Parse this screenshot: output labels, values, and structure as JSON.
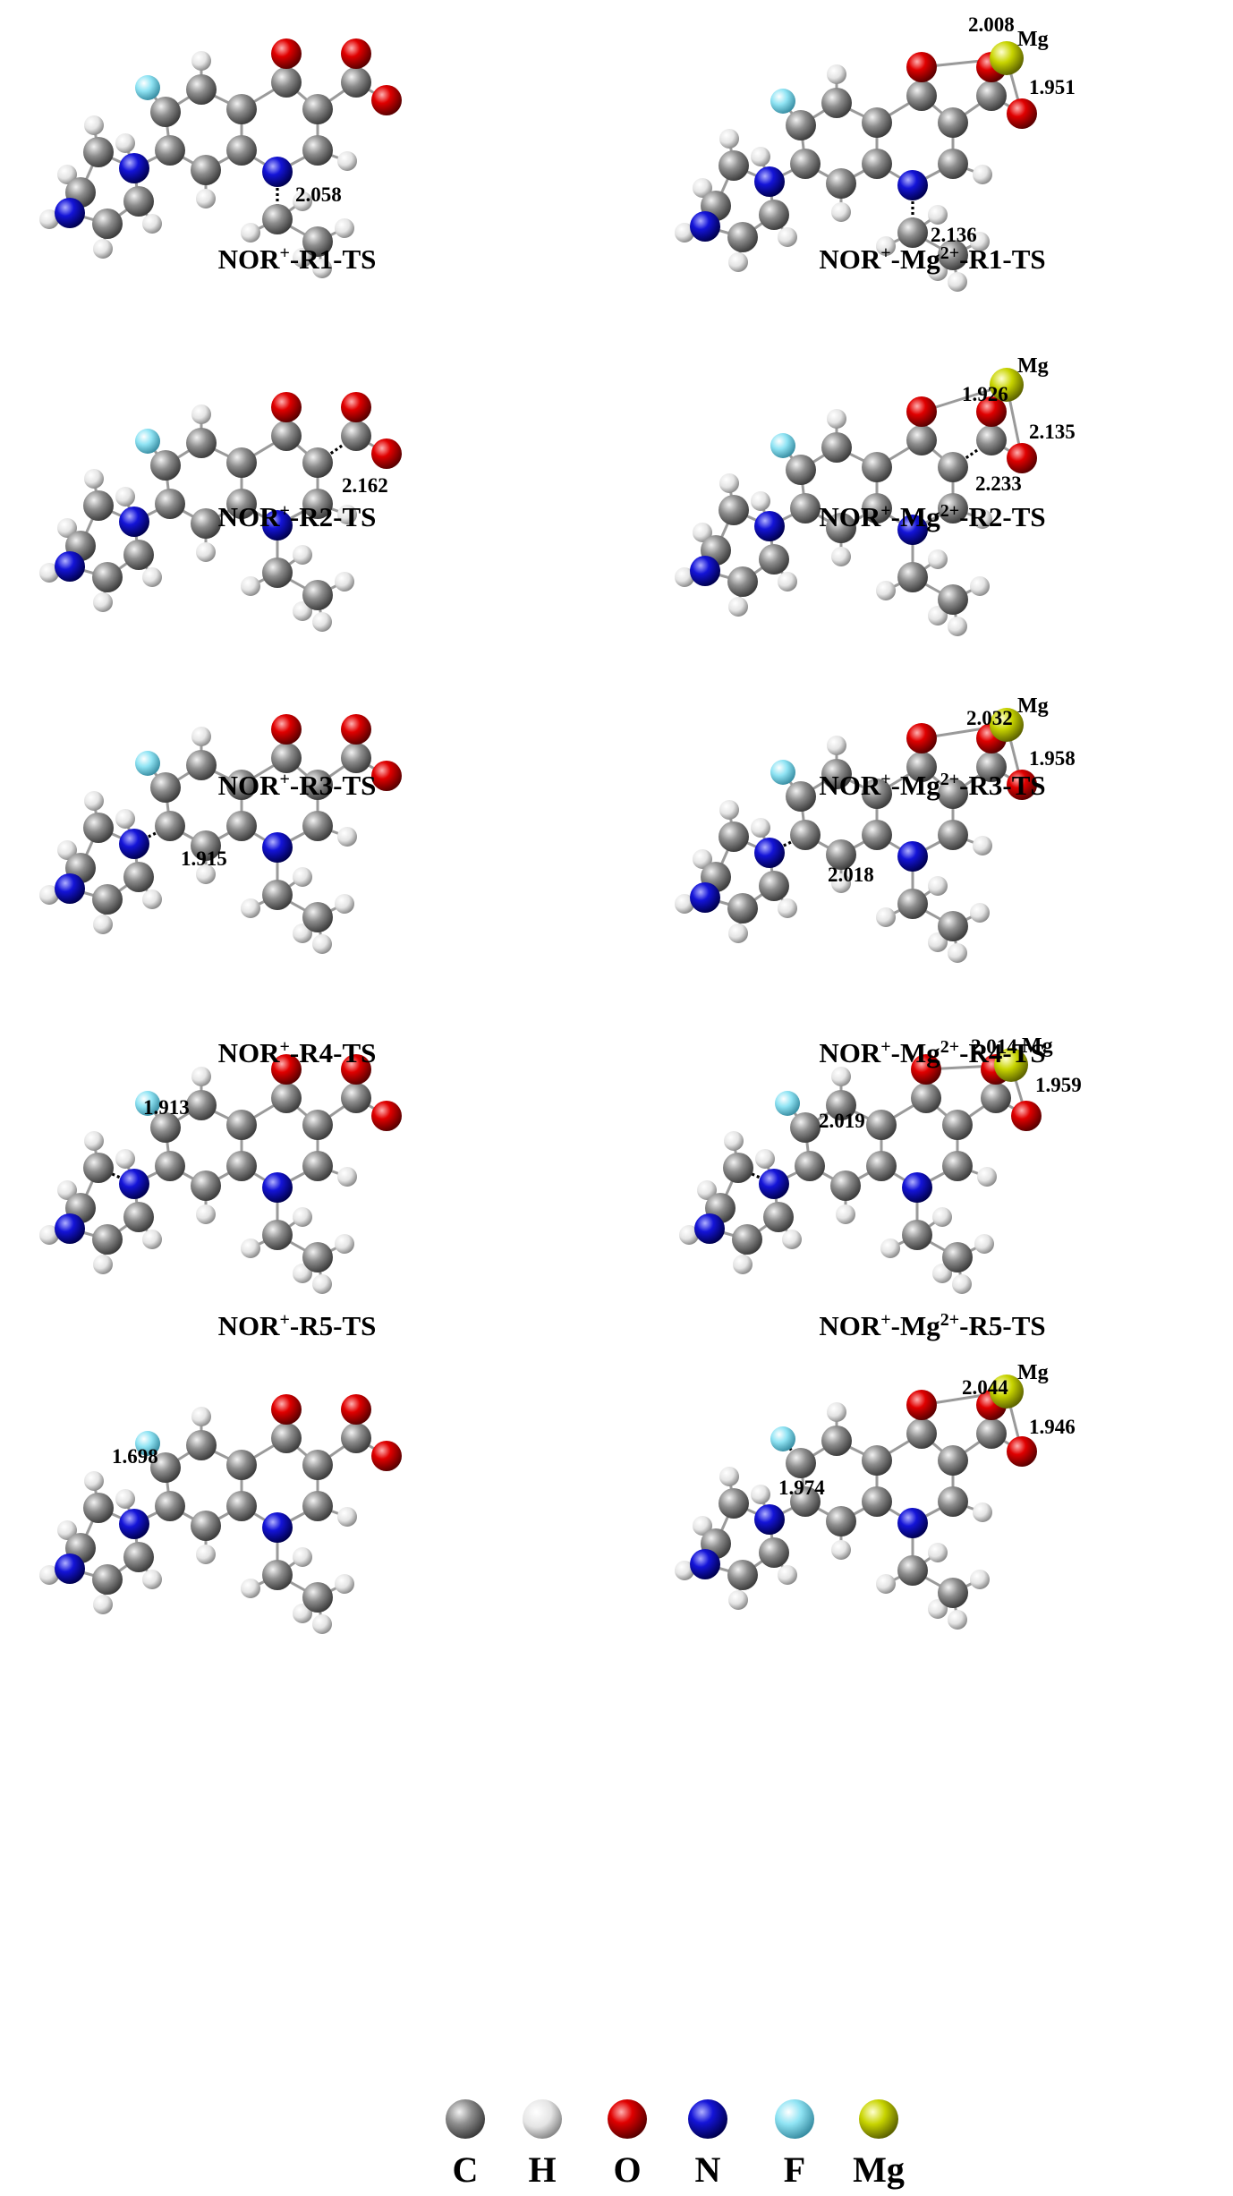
{
  "panels": [
    {
      "caption": {
        "base": "NOR",
        "sup1": "+",
        "tail": "-R1-TS"
      },
      "distances": [
        "2.058"
      ],
      "mg_label": ""
    },
    {
      "caption": {
        "base": "NOR",
        "sup1": "+",
        "mid": "-Mg",
        "sup2": "2+",
        "tail": "-R1-TS"
      },
      "distances": [
        "2.008",
        "1.951",
        "2.136"
      ],
      "mg_label": "Mg"
    },
    {
      "caption": {
        "base": "NOR",
        "sup1": "+",
        "tail": "-R2-TS"
      },
      "distances": [
        "2.162"
      ],
      "mg_label": ""
    },
    {
      "caption": {
        "base": "NOR",
        "sup1": "+",
        "mid": "-Mg",
        "sup2": "2+",
        "tail": "-R2-TS"
      },
      "distances": [
        "1.926",
        "2.135",
        "2.233"
      ],
      "mg_label": "Mg"
    },
    {
      "caption": {
        "base": "NOR",
        "sup1": "+",
        "tail": "-R3-TS"
      },
      "distances": [
        "1.915"
      ],
      "mg_label": ""
    },
    {
      "caption": {
        "base": "NOR",
        "sup1": "+",
        "mid": "-Mg",
        "sup2": "2+",
        "tail": "-R3-TS"
      },
      "distances": [
        "2.032",
        "1.958",
        "2.018"
      ],
      "mg_label": "Mg"
    },
    {
      "caption": {
        "base": "NOR",
        "sup1": "+",
        "tail": "-R4-TS"
      },
      "distances": [
        "1.913"
      ],
      "mg_label": ""
    },
    {
      "caption": {
        "base": "NOR",
        "sup1": "+",
        "mid": "-Mg",
        "sup2": "2+",
        "tail": "-R4-TS"
      },
      "distances": [
        "2.014",
        "1.959",
        "2.019"
      ],
      "mg_label": "Mg"
    },
    {
      "caption": {
        "base": "NOR",
        "sup1": "+",
        "tail": "-R5-TS"
      },
      "distances": [
        "1.698"
      ],
      "mg_label": ""
    },
    {
      "caption": {
        "base": "NOR",
        "sup1": "+",
        "mid": "-Mg",
        "sup2": "2+",
        "tail": "-R5-TS"
      },
      "distances": [
        "2.044",
        "1.946",
        "1.974"
      ],
      "mg_label": "Mg"
    }
  ],
  "legend": [
    {
      "label": "C",
      "color": "#8c8c8c"
    },
    {
      "label": "H",
      "color": "#e6e6e6"
    },
    {
      "label": "O",
      "color": "#e00000"
    },
    {
      "label": "N",
      "color": "#1010d8"
    },
    {
      "label": "F",
      "color": "#90e4f4"
    },
    {
      "label": "Mg",
      "color": "#c8d400"
    }
  ]
}
